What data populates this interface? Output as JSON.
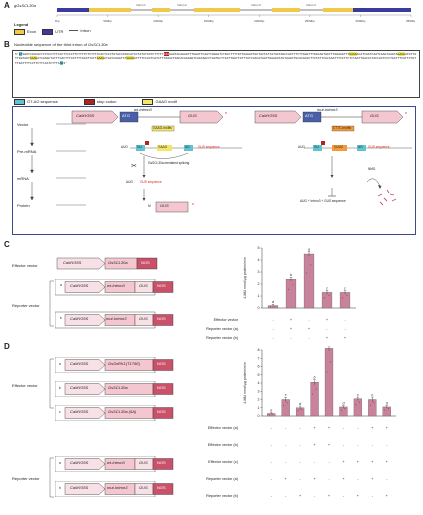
{
  "panelA": {
    "letter": "A",
    "gene": "gGsSCL30a",
    "ticks": [
      "0bp",
      "500bp",
      "1000bp",
      "1500bp",
      "2000bp",
      "2500bp",
      "3000bp",
      "3500bp"
    ],
    "introns": [
      "Intron 1",
      "Intron 2",
      "Intron 3",
      "Intron 4"
    ],
    "legend_title": "Legend",
    "legend": [
      {
        "label": "Exon",
        "color": "#f0c84a"
      },
      {
        "label": "UTR",
        "color": "#3b3b9e"
      },
      {
        "label": "Intron",
        "color": "#555555"
      }
    ]
  },
  "panelB": {
    "letter": "B",
    "title": "Nucleotide sequence of the third intron of ",
    "title_gene": "GsSCL30a",
    "seq_prefix": "5'",
    "seq_parts": [
      {
        "t": "GT",
        "c": "gt"
      },
      {
        "t": "GAGTCACCGCTCTCCCTTTCCCTTCCCTTCTTTTCTCTTTCCACTCCCTGTACCATGCATCCTATATCATCTTTTT",
        "c": ""
      },
      {
        "t": "TAA",
        "c": "stop"
      },
      {
        "t": "GAATACAGAGTTTGGATTCAATTAGGGTCTGCCTTTTGTTGAGACTGCTACTATTATAATAGCCAATTTCTTAGGTTTAGCAGTGATTTAGAAGTTT",
        "c": ""
      },
      {
        "t": "GAAG",
        "c": "gaag"
      },
      {
        "t": "ACATCAATCAATCAAGTAAGTA",
        "c": ""
      },
      {
        "t": "GAAG",
        "c": "gaag"
      },
      {
        "t": "ATGTTATTGGTAGT",
        "c": ""
      },
      {
        "t": "GAAG",
        "c": "gaag"
      },
      {
        "t": "ATCAAGCTATTTCACTTTCATTTTACATTATT",
        "c": ""
      },
      {
        "t": "GAAG",
        "c": "gaag"
      },
      {
        "t": "ATGCCCAAGTCT",
        "c": ""
      },
      {
        "t": "GAAG",
        "c": "gaag"
      },
      {
        "t": "ATTTTCCACTCATCTTTAAACTGACACAAAGGTCAGCAGCCTAGTGCTTGCTTGGTTATTTATCCACATAATTGGGGCATGTAAACTGCACACGCTTCTATTCACCAATTTCCTTCTCTAATTAACCCTACCACTCCCTAATTTCATTCTGTTTGATTTTCCTTCTTCCATCTTTC",
        "c": ""
      },
      {
        "t": "AG",
        "c": "gt"
      },
      {
        "t": "3'",
        "c": ""
      }
    ],
    "legend": [
      {
        "label": "GT-AG sequence",
        "color": "#5fc4cf"
      },
      {
        "label": "stop codon",
        "color": "#b22222"
      },
      {
        "label": "GAAG motif",
        "color": "#f3e76a"
      }
    ],
    "rows": [
      "Vector",
      "Pre-mRNA",
      "mRNA",
      "Protein"
    ],
    "left": {
      "promoter": "CaMV35S",
      "atg": "ATG",
      "intron": "wt-Intron3",
      "gus": "GUS",
      "motif": "GAAG-motifs",
      "pre_start": "AUG",
      "pre_gu": "GU",
      "pre_gaag": "GAAG",
      "pre_ag": "AG",
      "pre_gus": "GUS sequence",
      "splice": "GsSCL30a-mediated splicing",
      "mrna": "AUG",
      "mrna_gus": "GUS sequence",
      "protein_m": "M",
      "protein_gus": "GUS"
    },
    "right": {
      "promoter": "CaMV35S",
      "atg": "ATG",
      "intron": "mut-Intron3",
      "gus": "GUS",
      "motif": "CTTC-motifs",
      "pre_start": "AUG",
      "pre_gu": "GU",
      "pre_cuuc": "CUUC",
      "pre_ag": "AG",
      "pre_gus": "GUS sequence",
      "nmd": "NMD",
      "mrna": "AUG + Intron3 + GUS sequence"
    }
  },
  "panelC": {
    "letter": "C",
    "effector_label": "Effector vector",
    "reporter_label": "Reporter vector",
    "effector": {
      "promoter": "CaMV35S",
      "gene": "GsSCL30a",
      "nos": "NOS"
    },
    "reporters": [
      {
        "tag": "a",
        "promoter": "CaMV35S",
        "intron": "wt-Intron3",
        "gus": "GUS",
        "nos": "NOS"
      },
      {
        "tag": "b",
        "promoter": "CaMV35S",
        "intron": "mut-Intron3",
        "gus": "GUS",
        "nos": "NOS"
      }
    ],
    "table_rows": [
      {
        "label": "Effector vector",
        "signs": [
          "-",
          "+",
          "-",
          "+",
          "-"
        ]
      },
      {
        "label": "Reporter vector (a)",
        "signs": [
          "-",
          "+",
          "+",
          "-",
          "-"
        ]
      },
      {
        "label": "Reporter vector (b)",
        "signs": [
          "-",
          "-",
          "-",
          "+",
          "+"
        ]
      }
    ]
  },
  "panelD": {
    "letter": "D",
    "effector_label": "Effector vector",
    "reporter_label": "Reporter vector",
    "effectors": [
      {
        "tag": "a",
        "promoter": "CaMV35S",
        "gene": "GsSnRK1(T176E)",
        "nos": "NOS"
      },
      {
        "tag": "b",
        "promoter": "CaMV35S",
        "gene": "GsSCL30a",
        "nos": "NOS"
      },
      {
        "tag": "c",
        "promoter": "CaMV35S",
        "gene": "GsSCL30a (6A)",
        "nos": "NOS"
      }
    ],
    "reporters": [
      {
        "tag": "a",
        "promoter": "CaMV35S",
        "intron": "wt-Intron3",
        "gus": "GUS",
        "nos": "NOS"
      },
      {
        "tag": "b",
        "promoter": "CaMV35S",
        "intron": "mut-Intron3",
        "gus": "GUS",
        "nos": "NOS"
      }
    ],
    "table_rows": [
      {
        "label": "Effector vector (a)",
        "signs": [
          "-",
          "-",
          "-",
          "+",
          "+",
          "-",
          "-",
          "+",
          "+"
        ]
      },
      {
        "label": "Effector vector (b)",
        "signs": [
          "-",
          "-",
          "-",
          "+",
          "+",
          "-",
          "-",
          "-",
          "-"
        ]
      },
      {
        "label": "Effector vector (c)",
        "signs": [
          "-",
          "-",
          "-",
          "-",
          "-",
          "+",
          "+",
          "+",
          "+"
        ]
      },
      {
        "label": "Reporter vector (a)",
        "signs": [
          "-",
          "+",
          "-",
          "+",
          "-",
          "+",
          "-",
          "+",
          "-"
        ]
      },
      {
        "label": "Reporter vector (b)",
        "signs": [
          "-",
          "-",
          "+",
          "-",
          "+",
          "-",
          "+",
          "-",
          "+"
        ]
      }
    ]
  },
  "chart_data": [
    {
      "type": "bar",
      "panel": "C",
      "ylabel": "4-MU nmol/μg protein/min",
      "ylim": [
        0,
        5
      ],
      "yticks": [
        0,
        1,
        2,
        3,
        4,
        5
      ],
      "values": [
        0.2,
        2.4,
        4.5,
        1.3,
        1.3
      ],
      "errors": [
        0.1,
        0.15,
        0.2,
        0.15,
        0.15
      ],
      "letters": [
        "d",
        "b",
        "a",
        "c",
        "c"
      ],
      "bar_color": "#c9829b"
    },
    {
      "type": "bar",
      "panel": "D",
      "ylabel": "4-MU nmol/μg protein/min",
      "ylim": [
        0,
        8
      ],
      "yticks": [
        0,
        1,
        2,
        3,
        4,
        5,
        6,
        7,
        8
      ],
      "values": [
        0.3,
        2.0,
        1.0,
        4.1,
        8.2,
        1.1,
        2.1,
        2.0,
        1.1
      ],
      "errors": [
        0.1,
        0.25,
        0.2,
        0.3,
        0.3,
        0.15,
        0.2,
        0.3,
        0.15
      ],
      "letters": [
        "e",
        "c",
        "d",
        "b",
        "a",
        "d",
        "c",
        "c",
        "d"
      ],
      "bar_color": "#c9829b"
    }
  ]
}
